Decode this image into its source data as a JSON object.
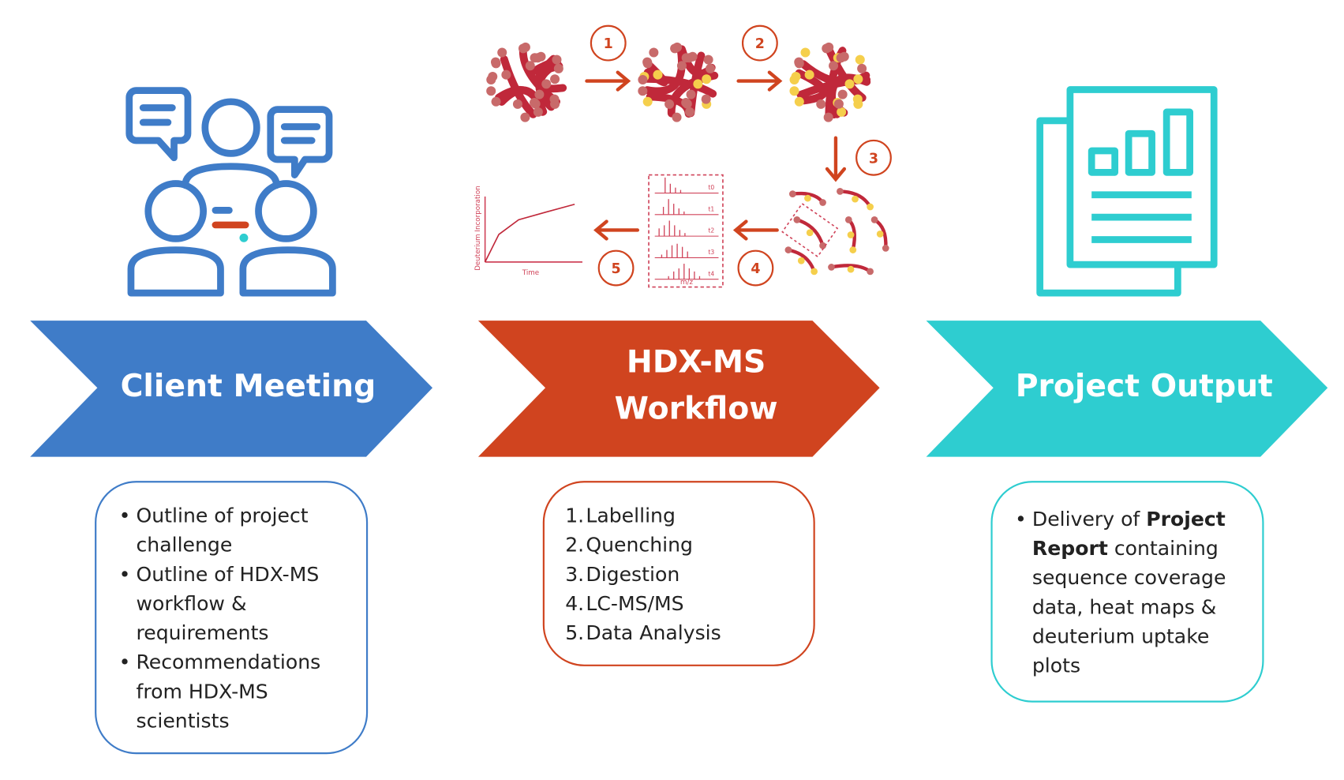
{
  "colors": {
    "blue": "#3f7cc8",
    "red": "#d0441f",
    "teal": "#2ecdd0",
    "protein": "#c0283a",
    "bead": "#c86a6a",
    "deuterium": "#f5cf4c"
  },
  "stages": [
    {
      "title": "Client Meeting",
      "icon": "meeting-people-icon",
      "items": [
        "Outline of project challenge",
        "Outline of HDX-MS workflow & requirements",
        "Recommendations from HDX-MS scientists"
      ]
    },
    {
      "title_line1": "HDX-MS",
      "title_line2": "Workflow",
      "icon": "workflow-illustration",
      "items": [
        "Labelling",
        "Quenching",
        "Digestion",
        "LC-MS/MS",
        "Data Analysis"
      ]
    },
    {
      "title": "Project Output",
      "icon": "report-document-icon",
      "item_pre": "Delivery of ",
      "item_bold": "Project Report",
      "item_post": " containing sequence coverage data, heat maps & deuterium uptake plots"
    }
  ],
  "workflow": {
    "steps": [
      "1",
      "2",
      "3",
      "4",
      "5"
    ],
    "plot_ylabel": "Deuterium Incorporation",
    "plot_xlabel": "Time",
    "spectra_xlabel": "m/z",
    "spectra_labels": [
      "t0",
      "t1",
      "t2",
      "t3",
      "t4"
    ]
  }
}
